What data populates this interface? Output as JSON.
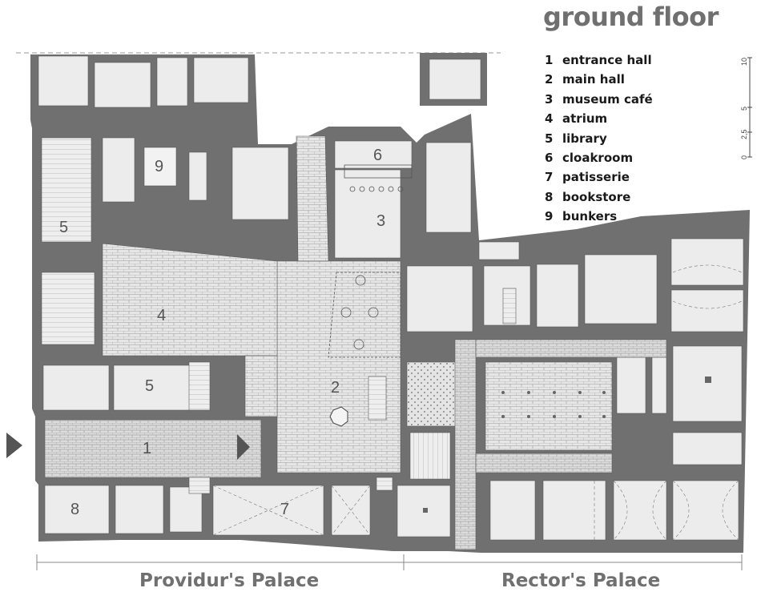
{
  "title": "ground floor",
  "legend": [
    {
      "num": "1",
      "label": "entrance hall"
    },
    {
      "num": "2",
      "label": "main hall"
    },
    {
      "num": "3",
      "label": "museum café"
    },
    {
      "num": "4",
      "label": "atrium"
    },
    {
      "num": "5",
      "label": "library"
    },
    {
      "num": "6",
      "label": "cloakroom"
    },
    {
      "num": "7",
      "label": "patisserie"
    },
    {
      "num": "8",
      "label": "bookstore"
    },
    {
      "num": "9",
      "label": "bunkers"
    }
  ],
  "scale_ticks": [
    "10",
    "5",
    "2,5",
    "0"
  ],
  "room_numbers": [
    "5",
    "9",
    "6",
    "3",
    "4",
    "5",
    "2",
    "1",
    "8",
    "7"
  ],
  "palaces": {
    "left": "Providur's Palace",
    "right": "Rector's Palace"
  },
  "colors": {
    "wall": "#6e6e6e",
    "room_fill": "#e8e8e8",
    "hatch": "#b4b4b4",
    "title": "#707070"
  }
}
